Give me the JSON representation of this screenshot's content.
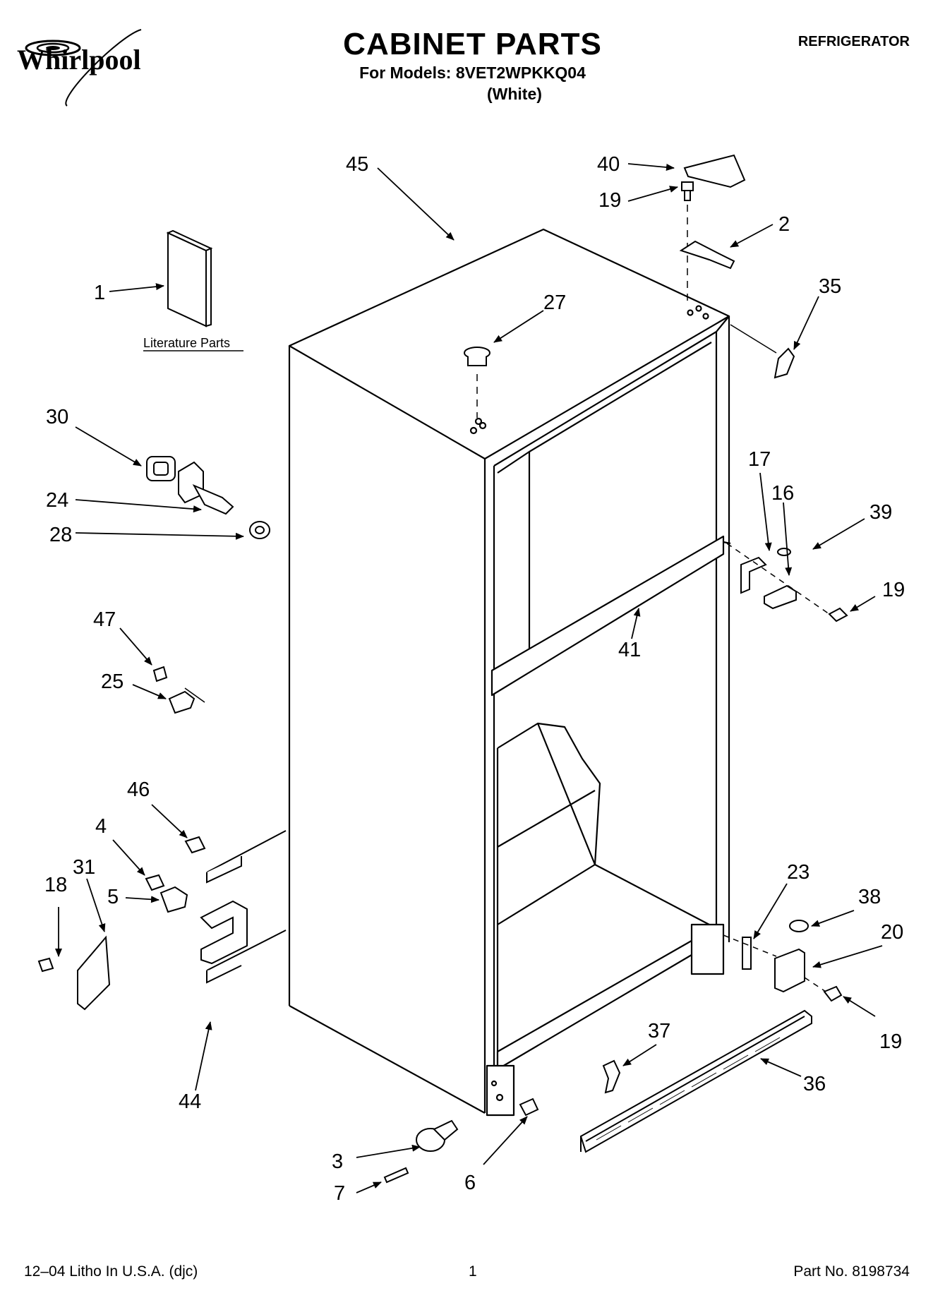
{
  "header": {
    "brand": "Whirlpool",
    "title": "CABINET PARTS",
    "models": "For Models: 8VET2WPKKQ04",
    "color": "(White)",
    "appliance_type": "REFRIGERATOR"
  },
  "literature_label": "Literature Parts",
  "callouts": {
    "c45": "45",
    "c40": "40",
    "c19a": "19",
    "c2": "2",
    "c35": "35",
    "c1": "1",
    "c27": "27",
    "c30": "30",
    "c24": "24",
    "c28": "28",
    "c17": "17",
    "c16": "16",
    "c39": "39",
    "c19b": "19",
    "c41": "41",
    "c47": "47",
    "c25": "25",
    "c46": "46",
    "c4": "4",
    "c31": "31",
    "c18": "18",
    "c5": "5",
    "c23": "23",
    "c38": "38",
    "c20": "20",
    "c19c": "19",
    "c37": "37",
    "c36": "36",
    "c44": "44",
    "c3": "3",
    "c7": "7",
    "c6": "6"
  },
  "footer": {
    "litho": "12–04 Litho In U.S.A. (djc)",
    "page_number": "1",
    "part_number": "Part No. 8198734"
  }
}
